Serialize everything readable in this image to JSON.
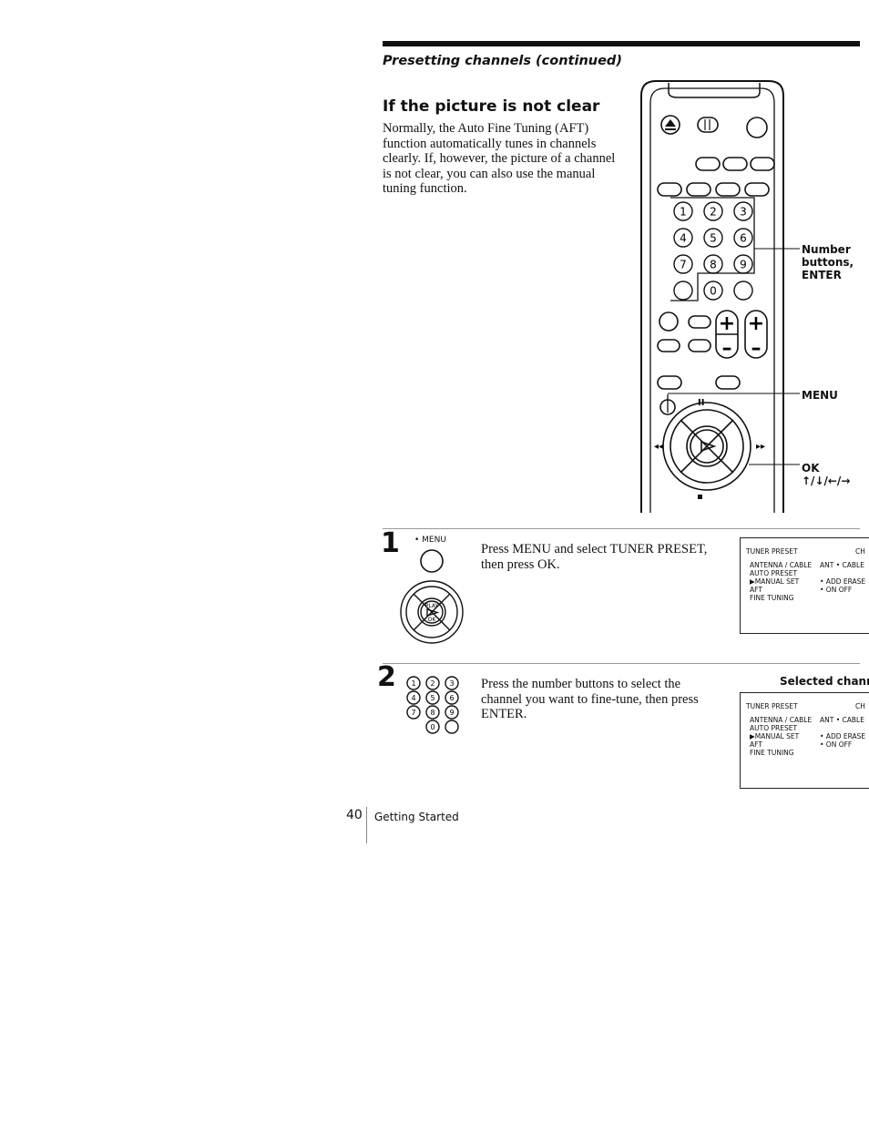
{
  "header": {
    "section_title": "Presetting channels (continued)"
  },
  "article": {
    "heading": "If the picture is not clear",
    "intro": "Normally, the Auto Fine Tuning (AFT) function automatically tunes in channels clearly. If, however, the picture of a channel is not clear, you can also use the manual tuning function."
  },
  "remote": {
    "callouts": {
      "number_buttons": [
        "Number",
        "buttons,",
        "ENTER"
      ],
      "menu": "MENU",
      "ok": "OK",
      "arrows": "↑/↓/←/→"
    },
    "number_labels": [
      "1",
      "2",
      "3",
      "4",
      "5",
      "6",
      "7",
      "8",
      "9",
      "0"
    ],
    "plus": "+",
    "minus": "–"
  },
  "steps": [
    {
      "number": "1",
      "icon_label": "• MENU",
      "play_label": "PLAY",
      "ok_label": "OK",
      "text": "Press MENU and select TUNER PRESET, then press OK.",
      "screen": {
        "title": "TUNER PRESET",
        "title_right": "CH",
        "rows": [
          {
            "label": "ANTENNA / CABLE",
            "value": "ANT • CABLE"
          },
          {
            "label": "AUTO PRESET",
            "value": ""
          },
          {
            "label": "▶MANUAL SET",
            "value": "• ADD  ERASE"
          },
          {
            "label": "AFT",
            "value": "• ON   OFF"
          },
          {
            "label": "FINE TUNING",
            "value": ""
          }
        ]
      }
    },
    {
      "number": "2",
      "text": "Press the number buttons to select the channel you want to fine-tune, then press ENTER.",
      "screen_caption": "Selected channel",
      "screen": {
        "title": "TUNER PRESET",
        "title_right": "CH",
        "rows": [
          {
            "label": "ANTENNA / CABLE",
            "value": "ANT • CABLE"
          },
          {
            "label": "AUTO PRESET",
            "value": ""
          },
          {
            "label": "▶MANUAL SET",
            "value": "• ADD  ERASE"
          },
          {
            "label": "AFT",
            "value": "• ON   OFF"
          },
          {
            "label": "FINE TUNING",
            "value": ""
          }
        ]
      }
    }
  ],
  "footer": {
    "page_number": "40",
    "chapter": "Getting Started"
  }
}
